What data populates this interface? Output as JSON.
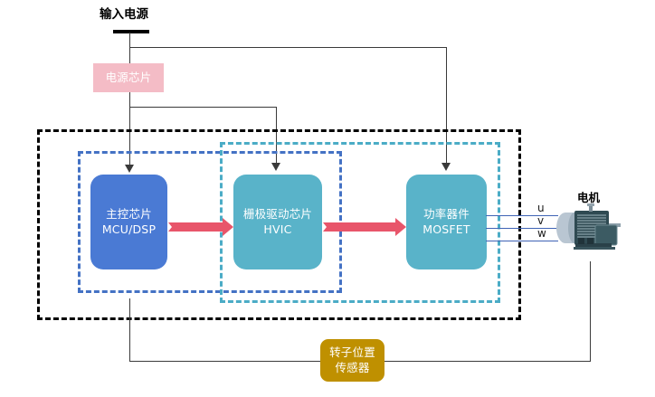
{
  "diagram": {
    "title_top": "输入电源",
    "blocks": {
      "power_chip": {
        "label": "电源芯片",
        "color": "#f4bcc6"
      },
      "mcu": {
        "line1": "主控芯片",
        "line2": "MCU/DSP",
        "color": "#4a7ad4"
      },
      "hvic": {
        "line1": "栅极驱动芯片",
        "line2": "HVIC",
        "color": "#59b3c9"
      },
      "mosfet": {
        "line1": "功率器件",
        "line2": "MOSFET",
        "color": "#59b3c9"
      },
      "sensor": {
        "line1": "转子位置",
        "line2": "传感器",
        "color": "#bf9000"
      }
    },
    "motor": {
      "label": "电机"
    },
    "phases": [
      {
        "name": "u"
      },
      {
        "name": "v"
      },
      {
        "name": "w"
      }
    ],
    "containers": {
      "outer": {
        "name": "system-boundary",
        "color": "#000000"
      },
      "control": {
        "name": "control-stage",
        "color": "#4472c4"
      },
      "drive": {
        "name": "drive-power-stage",
        "color": "#4bacc6"
      }
    },
    "accent": {
      "signal_arrow": "#e8556a",
      "wire": "#3a3a3a",
      "phase_wire": "#3f63b5"
    }
  }
}
